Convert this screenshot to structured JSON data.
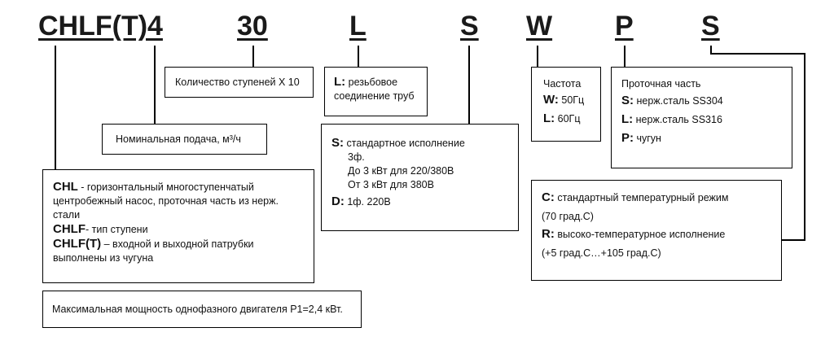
{
  "code": {
    "chlf": "CHLF(T)",
    "flow": "4",
    "stages": "30",
    "conn": "L",
    "exec": "S",
    "freq": "W",
    "material": "P",
    "temp": "S"
  },
  "stages_box": {
    "text": "Количество ступеней X 10"
  },
  "flow_box": {
    "text": "Номинальная подача, м³/ч"
  },
  "conn_box": {
    "key": "L:",
    "line1": "резьбовое",
    "line2": "соединение труб"
  },
  "exec_box": {
    "s_key": "S:",
    "s_text": "стандартное исполнение",
    "l2": "3ф.",
    "l3": "До 3 кВт для 220/380В",
    "l4": "От 3 кВт для 380В",
    "d_key": "D:",
    "d_text": "1ф. 220В"
  },
  "freq_box": {
    "title": "Частота",
    "w_key": "W:",
    "w_text": "50Гц",
    "l_key": "L:",
    "l_text": "60Гц"
  },
  "material_box": {
    "title": "Проточная часть",
    "s_key": "S:",
    "s_text": "нерж.сталь SS304",
    "l_key": "L:",
    "l_text": "нерж.сталь SS316",
    "p_key": "P:",
    "p_text": "чугун"
  },
  "chl_box": {
    "k1": "CHL",
    "t1a": " - горизонтальный многоступенчатый",
    "t1b": "центробежный насос, проточная часть из нерж.",
    "t1c": "стали",
    "k2": "CHLF",
    "t2": "- тип ступени",
    "k3": "CHLF(T)",
    "t3a": " – входной и выходной патрубки",
    "t3b": "выполнены из чугуна"
  },
  "temp_box": {
    "c_key": "C:",
    "c_text": "стандартный температурный режим",
    "c_sub": "(70 град.С)",
    "r_key": "R:",
    "r_text": "высоко-температурное исполнение",
    "r_sub": "(+5 град.С…+105 град.С)"
  },
  "power_note": {
    "text": "Максимальная мощность однофазного двигателя P1=2,4 кВт."
  }
}
